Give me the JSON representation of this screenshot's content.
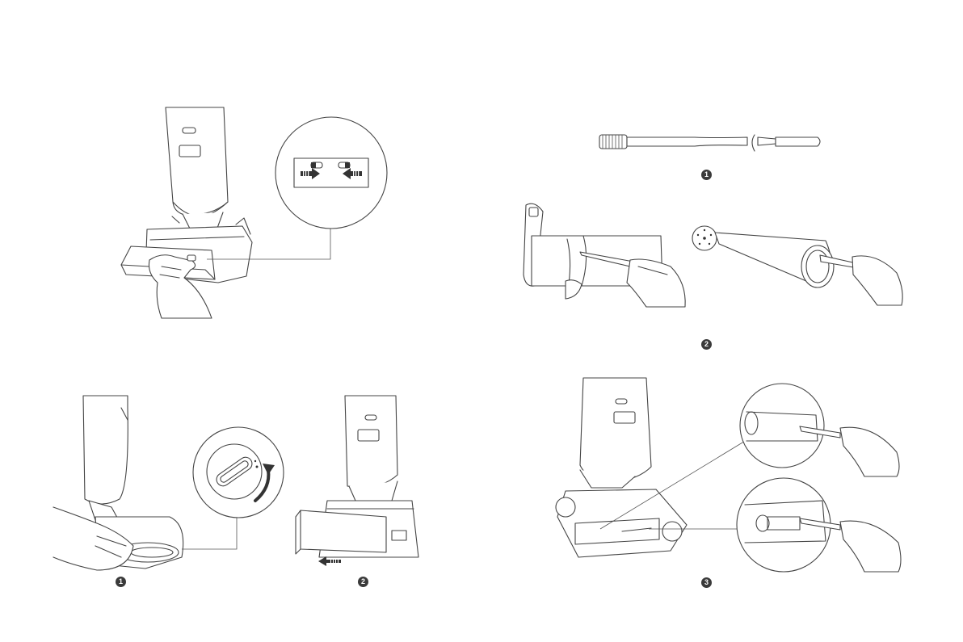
{
  "steps": {
    "remove_tray_1": "1",
    "remove_tray_2": "2",
    "brush_tool": "1",
    "clean_roller": "2",
    "clean_head": "3"
  }
}
